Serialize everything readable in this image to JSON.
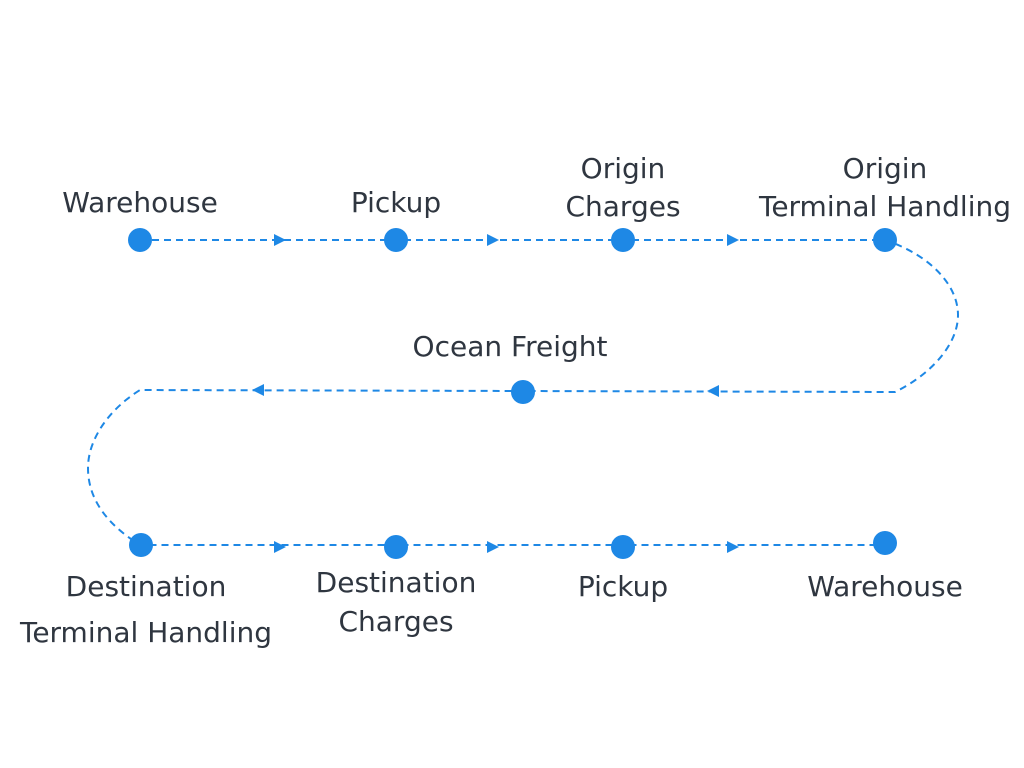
{
  "colors": {
    "accent": "#1e88e5",
    "text": "#2f3640",
    "background": "#ffffff"
  },
  "stops": [
    {
      "lines": [
        "Warehouse"
      ]
    },
    {
      "lines": [
        "Pickup"
      ]
    },
    {
      "lines": [
        "Origin",
        "Charges"
      ]
    },
    {
      "lines": [
        "Origin",
        "Terminal Handling"
      ]
    },
    {
      "lines": [
        "Ocean Freight"
      ]
    },
    {
      "lines": [
        "Destination",
        "Terminal Handling"
      ]
    },
    {
      "lines": [
        "Destination",
        "Charges"
      ]
    },
    {
      "lines": [
        "Pickup"
      ]
    },
    {
      "lines": [
        "Warehouse"
      ]
    }
  ]
}
